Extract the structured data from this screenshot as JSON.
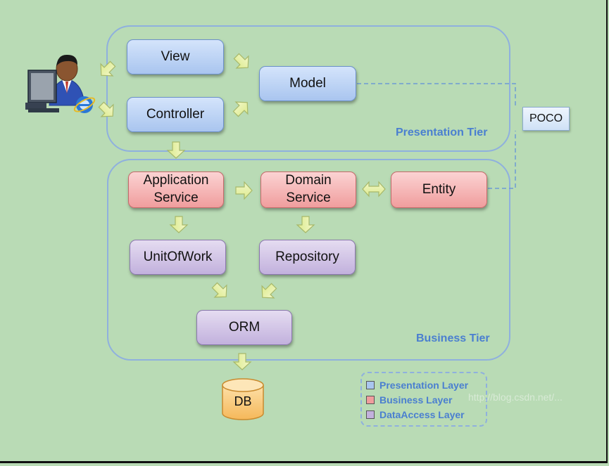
{
  "tiers": {
    "presentation": {
      "label": "Presentation Tier"
    },
    "business": {
      "label": "Business Tier"
    }
  },
  "presentation_layer": {
    "view": "View",
    "controller": "Controller",
    "model": "Model"
  },
  "business_layer": {
    "application_service": "Application\nService",
    "domain_service": "Domain\nService",
    "entity": "Entity"
  },
  "data_access_layer": {
    "unit_of_work": "UnitOfWork",
    "repository": "Repository",
    "orm": "ORM"
  },
  "poco": "POCO",
  "database": "DB",
  "legend": {
    "items": [
      {
        "label": "Presentation Layer",
        "color": "#a9c5ef"
      },
      {
        "label": "Business Layer",
        "color": "#f09d9d"
      },
      {
        "label": "DataAccess Layer",
        "color": "#c2b1dd"
      }
    ]
  },
  "watermark": "http://blog.csdn.net/..."
}
